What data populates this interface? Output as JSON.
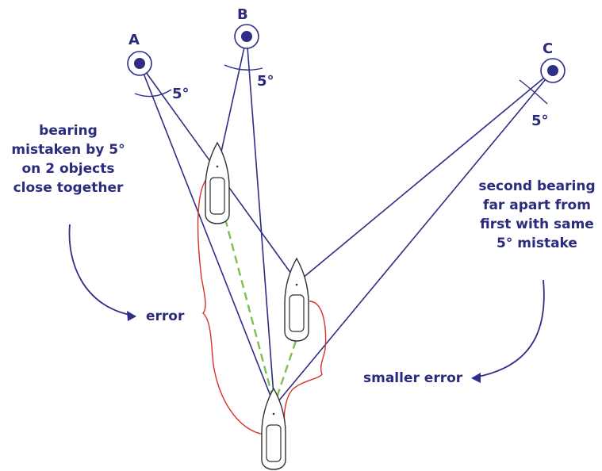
{
  "landmarks": {
    "a": "A",
    "b": "B",
    "c": "C"
  },
  "angles": {
    "a": "5°",
    "b": "5°",
    "c": "5°"
  },
  "left_note": [
    "bearing",
    "mistaken by 5°",
    "on 2 objects",
    "close together"
  ],
  "right_note": [
    "second bearing",
    "far apart from",
    "first with same",
    "5° mistake"
  ],
  "labels": {
    "error": "error",
    "smaller_error": "smaller error"
  },
  "colors": {
    "bearing_line": "#2e2e86",
    "landmark": "#2e2e86",
    "error_brace": "#d9302b",
    "fix_link": "#7cc04b",
    "boat_outline": "#333333"
  }
}
